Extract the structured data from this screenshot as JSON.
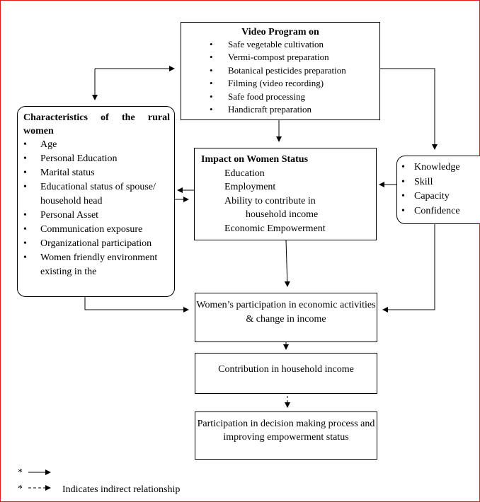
{
  "video_program": {
    "title": "Video Program on",
    "items": [
      "Safe vegetable cultivation",
      "Vermi-compost preparation",
      "Botanical pesticides preparation",
      "Filming (video recording)",
      "Safe food processing",
      "Handicraft preparation"
    ]
  },
  "characteristics": {
    "title": "Characteristics of the rural women",
    "items": [
      "Age",
      "Personal Education",
      "Marital status",
      "Educational status of spouse/ household head",
      "Personal Asset",
      "Communication exposure",
      "Organizational participation",
      "Women friendly environment existing in the"
    ]
  },
  "impact": {
    "title": "Impact on Women Status",
    "lines": [
      "Education",
      "Employment",
      "Ability to contribute in",
      "household income",
      "Economic Empowerment"
    ]
  },
  "capacities": {
    "items": [
      "Knowledge",
      "Skill",
      "Capacity",
      "Confidence"
    ]
  },
  "participation": {
    "text": "Women’s participation in economic activities & change in income"
  },
  "contribution": {
    "text": "Contribution in household income"
  },
  "decision": {
    "text": "Participation in decision making process and improving empowerment status"
  },
  "legend": {
    "star": "*",
    "indirect_text": "Indicates indirect relationship"
  },
  "colors": {
    "frame": "#e01a1a",
    "lines": "#000000"
  }
}
